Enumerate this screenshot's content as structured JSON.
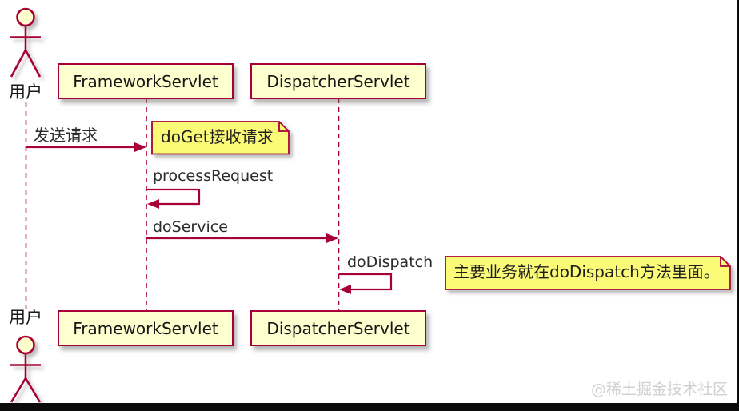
{
  "actor": {
    "label": "用户"
  },
  "participants": [
    {
      "label": "FrameworkServlet"
    },
    {
      "label": "DispatcherServlet"
    }
  ],
  "messages": [
    {
      "label": "发送请求"
    },
    {
      "label": "processRequest"
    },
    {
      "label": "doService"
    },
    {
      "label": "doDispatch"
    }
  ],
  "notes": [
    {
      "text": "doGet接收请求"
    },
    {
      "text": "主要业务就在doDispatch方法里面。"
    }
  ],
  "watermark": "@稀土掘金技术社区",
  "colors": {
    "line": "#A80036",
    "participant_fill": "#FEFECE",
    "note_fill": "#FBFB77",
    "watermark": "#d0d0d0"
  }
}
